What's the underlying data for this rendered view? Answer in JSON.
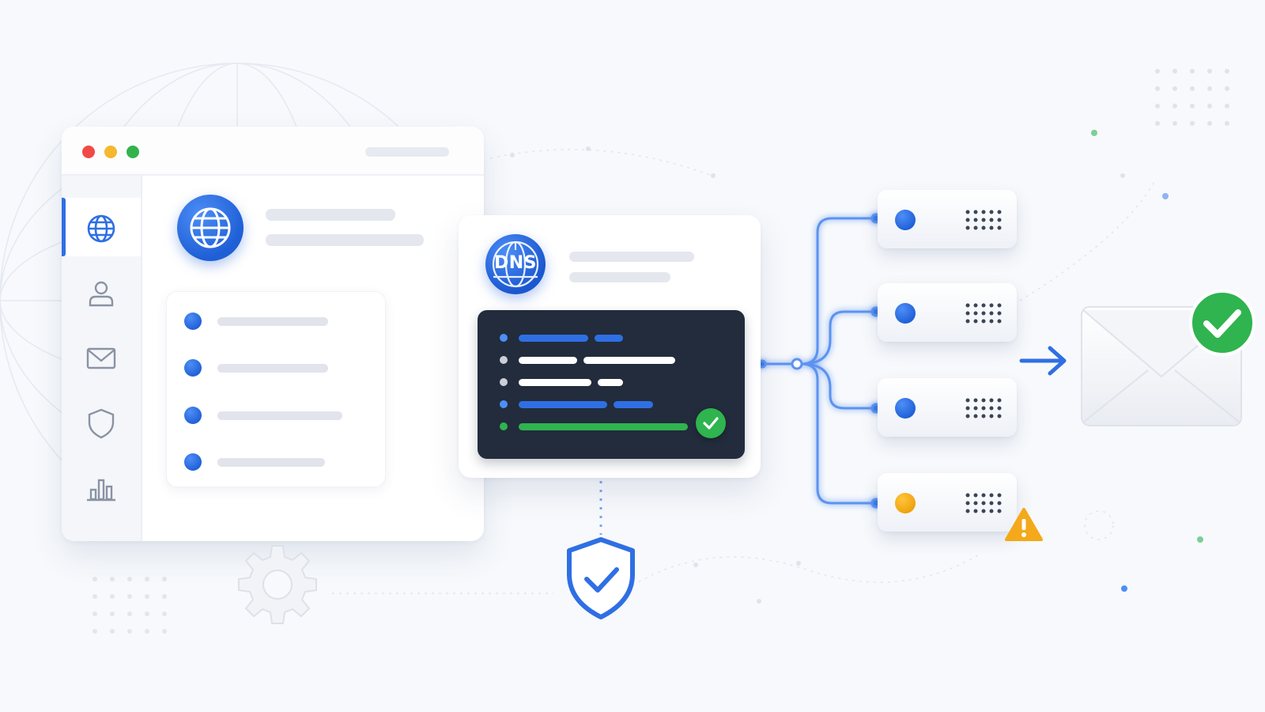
{
  "diagram": {
    "dns_card": {
      "badge_text": "DNS",
      "terminal_status": "verified"
    },
    "servers": [
      {
        "status": "ok",
        "led_color": "#2f6fe4"
      },
      {
        "status": "ok",
        "led_color": "#2f6fe4"
      },
      {
        "status": "ok",
        "led_color": "#2f6fe4"
      },
      {
        "status": "warning",
        "led_color": "#f4a91a"
      }
    ],
    "icons": {
      "sidebar": [
        "globe-icon",
        "user-icon",
        "mail-icon",
        "shield-icon",
        "bar-chart-icon"
      ],
      "window_controls": [
        "close-dot",
        "minimize-dot",
        "maximize-dot"
      ],
      "other": [
        "globe-icon",
        "dns-globe-icon",
        "shield-check-icon",
        "gear-icon",
        "envelope-icon",
        "check-icon",
        "warning-icon",
        "arrow-right-icon"
      ]
    },
    "colors": {
      "accent_blue": "#2f6fe4",
      "success_green": "#2fb44f",
      "warning_amber": "#f4a91a",
      "terminal_bg": "#222c3c",
      "background": "#f7f9fc"
    }
  }
}
